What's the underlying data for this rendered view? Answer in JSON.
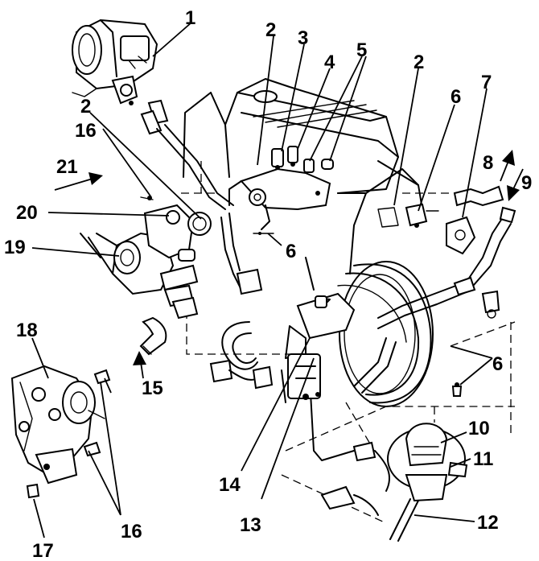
{
  "callouts": {
    "c1": "1",
    "c2a": "2",
    "c2b": "2",
    "c2c": "2",
    "c3": "3",
    "c4": "4",
    "c5": "5",
    "c6a": "6",
    "c6b": "6",
    "c6c": "6",
    "c7": "7",
    "c8": "8",
    "c9": "9",
    "c10": "10",
    "c11": "11",
    "c12": "12",
    "c13": "13",
    "c14": "14",
    "c15": "15",
    "c16a": "16",
    "c16b": "16",
    "c17": "17",
    "c18": "18",
    "c19": "19",
    "c20": "20",
    "c21": "21"
  }
}
